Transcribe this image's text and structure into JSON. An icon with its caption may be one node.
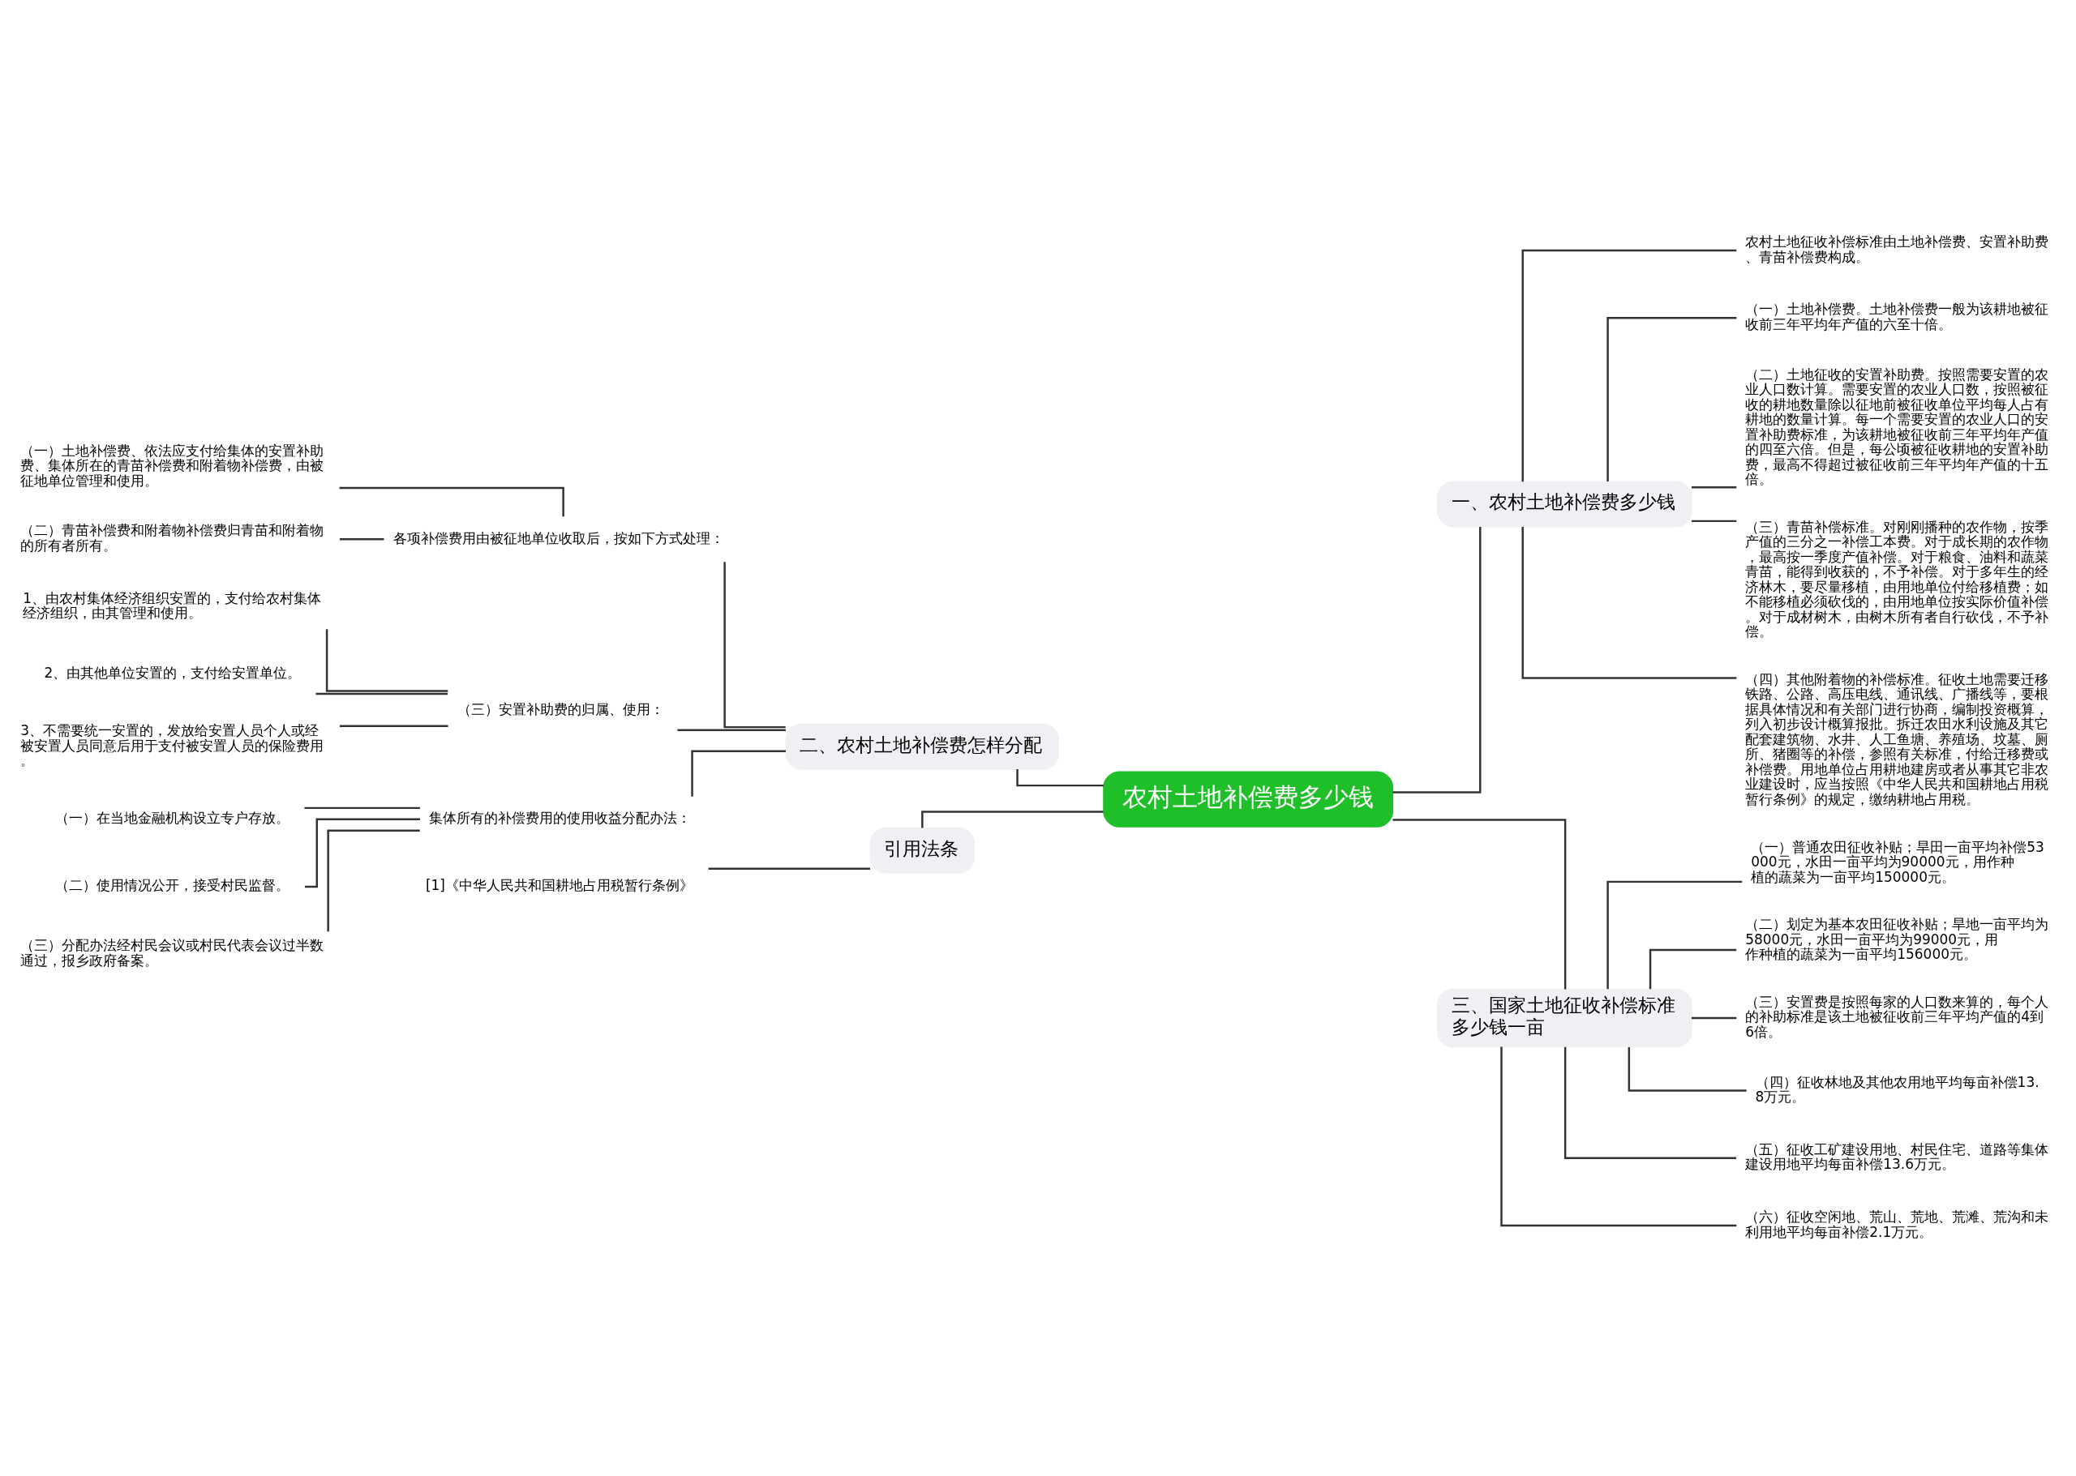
{
  "diagram": {
    "nodes": [
      {
        "text": [
          "农村土地补偿费多少钱"
        ]
      },
      {
        "text": [
          "一、农村土地补偿费多少钱"
        ]
      },
      {
        "text": [
          "农村土地征收补偿标准由土地补偿费、安置补助费、青苗补偿费构成。"
        ]
      },
      {
        "text": [
          "（一）土地补偿费。土地补偿费一般为该耕地被征收前三年平均年产值的六至十倍。"
        ]
      },
      {
        "text": [
          "（二）土地征收的安置补助费。按照需要安置的农业人口数计算。需要安置的农业人口数，按照被征收的耕地数量除以征地前被征收单位平均每人占有耕地的数量计算。每一个需要安置的农业人口的安置补助费标准，为该耕地被征收前三年平均年产值的四至六倍。但是，每公顷被征收耕地的安置补助费，最高不得超过被征收前三年平均年产值的十五倍。"
        ]
      },
      {
        "text": [
          "（三）青苗补偿标准。对刚刚播种的农作物，按季产值的三分之一补偿工本费。对于成长期的农作物，最高按一季度产值补偿。对于粮食、油料和蔬菜青苗，能得到收获的，不予补偿。对于多年生的经济林木，要尽量移植，由用地单位付给移植费；如不能移植必须砍伐的，由用地单位按实际价值补偿。对于成材树木，由树木所有者自行砍伐，不予补偿。"
        ]
      },
      {
        "text": [
          "（四）其他附着物的补偿标准。征收土地需要迁移铁路、公路、高压电线、通讯线、广播线等，要根据具体情况和有关部门进行协商，编制投资概算，列入初步设计概算报批。拆迁农田水利设施及其它配套建筑物、水井、人工鱼塘、养殖场、坟墓、厕所、猪圈等的补偿，参照有关标准，付给迁移费或补偿费。用地单位占用耕地建房或者从事其它非农业建设时，应当按照《中华人民共和国耕地占用税暂行条例》的规定，缴纳耕地占用税。"
        ]
      },
      {
        "text": [
          "三、国家土地征收补偿标准多少钱一亩"
        ]
      },
      {
        "text": [
          "（一）普通农田征收补贴；旱田一亩平均补偿53000元，水田一亩平均为90000元，用作种植的蔬菜为一亩平均150000元。"
        ]
      },
      {
        "text": [
          "（二）划定为基本农田征收补贴；旱地一亩平均为58000元，水田一亩平均为99000元，用作种植的蔬菜为一亩平均156000元。"
        ]
      },
      {
        "text": [
          "（三）安置费是按照每家的人口数来算的，每个人的补助标准是该土地被征收前三年平均产值的4到6倍。"
        ]
      },
      {
        "text": [
          "（四）征收林地及其他农用地平均每亩补偿13.8万元。"
        ]
      },
      {
        "text": [
          "（五）征收工矿建设用地、村民住宅、道路等集体建设用地平均每亩补偿13.6万元。"
        ]
      },
      {
        "text": [
          "（六）征收空闲地、荒山、荒地、荒滩、荒沟和未利用地平均每亩补偿2.1万元。"
        ]
      },
      {
        "text": [
          "二、农村土地补偿费怎样分配"
        ]
      },
      {
        "text": [
          "各项补偿费用由被征地单位收取后，按如下方式处理："
        ]
      },
      {
        "text": [
          "（一）土地补偿费、依法应支付给集体的安置补助费、集体所在的青苗补偿费和附着物补偿费，由被征地单位管理和使用。"
        ]
      },
      {
        "text": [
          "（二）青苗补偿费和附着物补偿费归青苗和附着物的所有者所有。"
        ]
      },
      {
        "text": [
          "（三）安置补助费的归属、使用："
        ]
      },
      {
        "text": [
          "1、由农村集体经济组织安置的，支付给农村集体经济组织，由其管理和使用。"
        ]
      },
      {
        "text": [
          "2、由其他单位安置的，支付给安置单位。"
        ]
      },
      {
        "text": [
          "3、不需要统一安置的，发放给安置人员个人或经被安置人员同意后用于支付被安置人员的保险费用。"
        ]
      },
      {
        "text": [
          "集体所有的补偿费用的使用收益分配办法："
        ]
      },
      {
        "text": [
          "（一）在当地金融机构设立专户存放。"
        ]
      },
      {
        "text": [
          "（二）使用情况公开，接受村民监督。"
        ]
      },
      {
        "text": [
          "（三）分配办法经村民会议或村民代表会议过半数通过，报乡政府备案。"
        ]
      },
      {
        "text": [
          "引用法条"
        ]
      },
      {
        "text": [
          "[1]《中华人民共和国耕地占用税暂行条例》"
        ]
      }
    ],
    "edges": [
      {
        "from": 0,
        "to": 1,
        "arrow": "none"
      },
      {
        "from": 1,
        "to": 2,
        "arrow": "none"
      },
      {
        "from": 1,
        "to": 3,
        "arrow": "none"
      },
      {
        "from": 1,
        "to": 4,
        "arrow": "none"
      },
      {
        "from": 1,
        "to": 5,
        "arrow": "none"
      },
      {
        "from": 1,
        "to": 6,
        "arrow": "none"
      },
      {
        "from": 0,
        "to": 7,
        "arrow": "none"
      },
      {
        "from": 7,
        "to": 8,
        "arrow": "none"
      },
      {
        "from": 7,
        "to": 9,
        "arrow": "none"
      },
      {
        "from": 7,
        "to": 10,
        "arrow": "none"
      },
      {
        "from": 7,
        "to": 11,
        "arrow": "none"
      },
      {
        "from": 7,
        "to": 12,
        "arrow": "none"
      },
      {
        "from": 7,
        "to": 13,
        "arrow": "none"
      },
      {
        "from": 0,
        "to": 14,
        "arrow": "none"
      },
      {
        "from": 14,
        "to": 15,
        "arrow": "none"
      },
      {
        "from": 15,
        "to": 16,
        "arrow": "none"
      },
      {
        "from": 15,
        "to": 17,
        "arrow": "none"
      },
      {
        "from": 14,
        "to": 18,
        "arrow": "none"
      },
      {
        "from": 18,
        "to": 19,
        "arrow": "none"
      },
      {
        "from": 18,
        "to": 20,
        "arrow": "none"
      },
      {
        "from": 18,
        "to": 21,
        "arrow": "none"
      },
      {
        "from": 14,
        "to": 22,
        "arrow": "none"
      },
      {
        "from": 22,
        "to": 23,
        "arrow": "none"
      },
      {
        "from": 22,
        "to": 24,
        "arrow": "none"
      },
      {
        "from": 22,
        "to": 25,
        "arrow": "none"
      },
      {
        "from": 0,
        "to": 26,
        "arrow": "none"
      },
      {
        "from": 26,
        "to": 27,
        "arrow": "none"
      }
    ]
  }
}
